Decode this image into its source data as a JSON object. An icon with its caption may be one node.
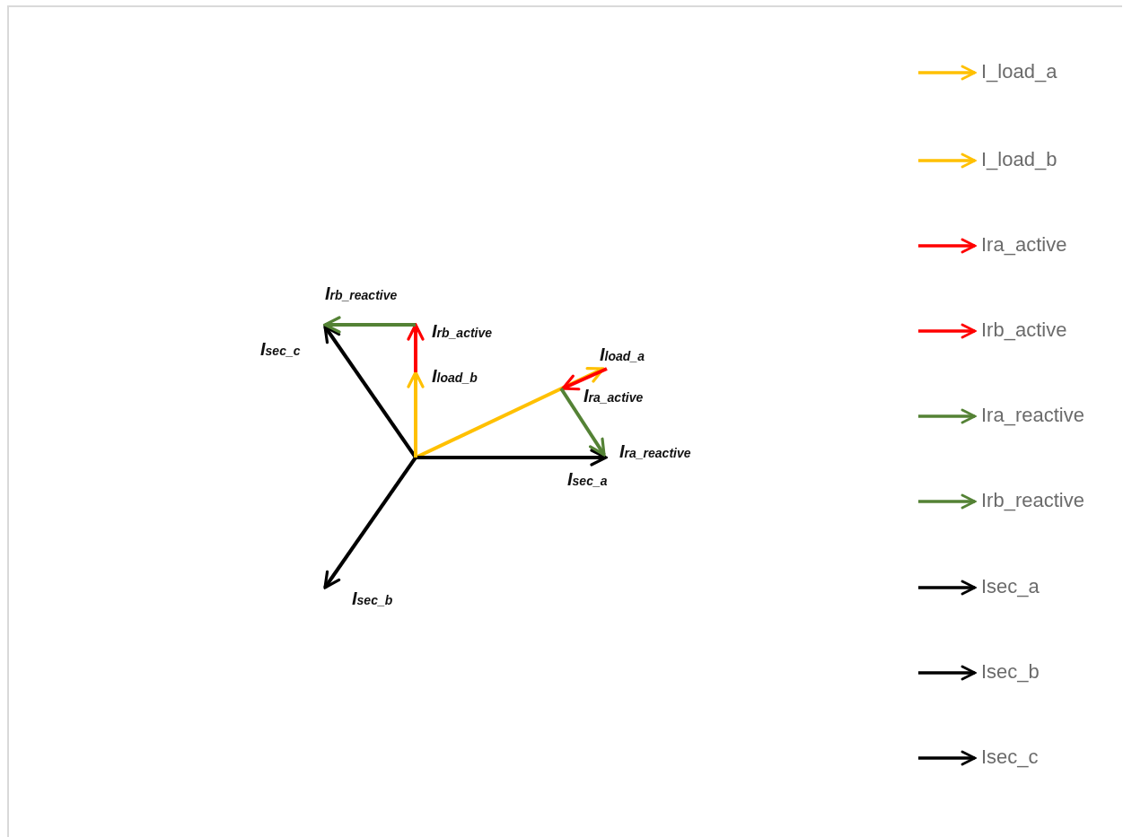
{
  "diagram": {
    "labels": [
      "Irb_reactive",
      "Irb_active",
      "Isec_c",
      "Iload_a",
      "Iload_b",
      "Ira_active",
      "Ira_reactive",
      "Isec_a",
      "Isec_b"
    ],
    "legend": [
      {
        "text": "I_load_a"
      },
      {
        "text": "I_load_b"
      },
      {
        "text": "Ira_active"
      },
      {
        "text": "Irb_active"
      },
      {
        "text": "Ira_reactive"
      },
      {
        "text": "Irb_reactive"
      },
      {
        "text": "Isec_a"
      },
      {
        "text": "Isec_b"
      },
      {
        "text": "Isec_c"
      }
    ]
  }
}
